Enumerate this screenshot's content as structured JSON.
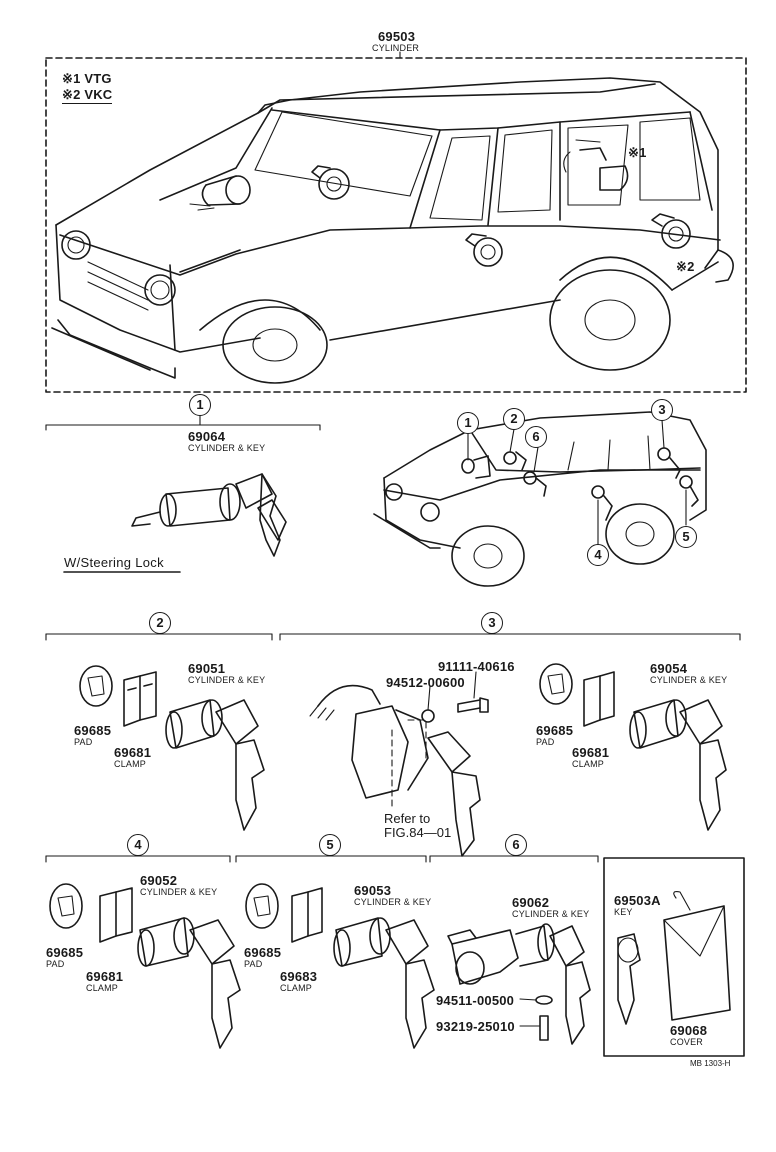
{
  "header": {
    "part_no": "69503",
    "part_name": "CYLINDER"
  },
  "legend": {
    "line1": "※1 VTG",
    "line2": "※2 VKC"
  },
  "main_markers": {
    "m1": "※1",
    "m2": "※2"
  },
  "sections": {
    "s1": {
      "number": "1",
      "part_no": "69064",
      "part_name": "CYLINDER & KEY",
      "note": "W/Steering Lock"
    },
    "s2": {
      "number": "2",
      "pad_no": "69685",
      "pad_name": "PAD",
      "clamp_no": "69681",
      "clamp_name": "CLAMP",
      "part_no": "69051",
      "part_name": "CYLINDER & KEY"
    },
    "s3": {
      "number": "3",
      "screw_no": "91111-40616",
      "nut_no": "94512-00600",
      "refer_line1": "Refer to",
      "refer_line2": "FIG.84—01",
      "pad_no": "69685",
      "pad_name": "PAD",
      "clamp_no": "69681",
      "clamp_name": "CLAMP",
      "part_no": "69054",
      "part_name": "CYLINDER & KEY"
    },
    "s4": {
      "number": "4",
      "pad_no": "69685",
      "pad_name": "PAD",
      "clamp_no": "69681",
      "clamp_name": "CLAMP",
      "part_no": "69052",
      "part_name": "CYLINDER & KEY"
    },
    "s5": {
      "number": "5",
      "pad_no": "69685",
      "pad_name": "PAD",
      "clamp_no": "69683",
      "clamp_name": "CLAMP",
      "part_no": "69053",
      "part_name": "CYLINDER & KEY"
    },
    "s6": {
      "number": "6",
      "part_no": "69062",
      "part_name": "CYLINDER & KEY",
      "washer_no": "94511-00500",
      "bolt_no": "93219-25010"
    },
    "kit": {
      "key_no": "69503A",
      "key_name": "KEY",
      "cover_no": "69068",
      "cover_name": "COVER"
    }
  },
  "mini_car_markers": [
    "1",
    "2",
    "6",
    "3",
    "4",
    "5"
  ],
  "footer": {
    "code": "MB 1303-H"
  }
}
